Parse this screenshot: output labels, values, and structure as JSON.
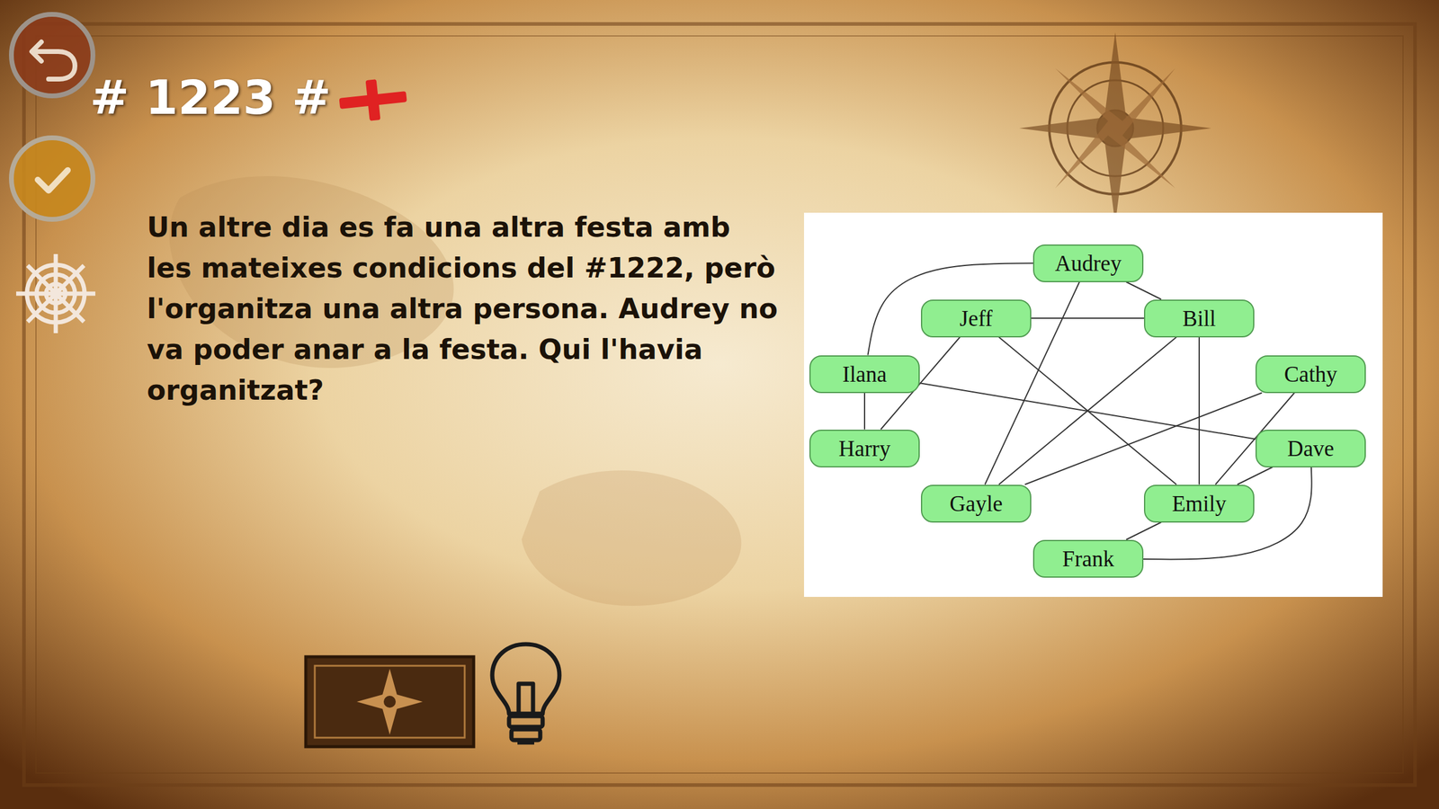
{
  "diagram": {
    "title": "# 1223 #",
    "nodes": [
      {
        "text": [
          "Audrey"
        ]
      },
      {
        "text": [
          "Jeff"
        ]
      },
      {
        "text": [
          "Bill"
        ]
      },
      {
        "text": [
          "Ilana"
        ]
      },
      {
        "text": [
          "Cathy"
        ]
      },
      {
        "text": [
          "Harry"
        ]
      },
      {
        "text": [
          "Dave"
        ]
      },
      {
        "text": [
          "Gayle"
        ]
      },
      {
        "text": [
          "Emily"
        ]
      },
      {
        "text": [
          "Frank"
        ]
      }
    ],
    "edges": [
      {
        "from": 0,
        "to": 2,
        "arrow": "none"
      },
      {
        "from": 0,
        "to": 3,
        "arrow": "none"
      },
      {
        "from": 0,
        "to": 7,
        "arrow": "none"
      },
      {
        "from": 1,
        "to": 2,
        "arrow": "none"
      },
      {
        "from": 1,
        "to": 5,
        "arrow": "none"
      },
      {
        "from": 1,
        "to": 8,
        "arrow": "none"
      },
      {
        "from": 2,
        "to": 7,
        "arrow": "none"
      },
      {
        "from": 2,
        "to": 8,
        "arrow": "none"
      },
      {
        "from": 3,
        "to": 5,
        "arrow": "none"
      },
      {
        "from": 3,
        "to": 6,
        "arrow": "none"
      },
      {
        "from": 4,
        "to": 7,
        "arrow": "none"
      },
      {
        "from": 4,
        "to": 8,
        "arrow": "none"
      },
      {
        "from": 6,
        "to": 8,
        "arrow": "none"
      },
      {
        "from": 6,
        "to": 9,
        "arrow": "none"
      },
      {
        "from": 9,
        "to": 8,
        "arrow": "none"
      }
    ],
    "labels": [
      "Un altre dia es fa una altra festa amb les mateixes condicions del #1222, però l'organitza una altra persona. Audrey no va poder anar a la festa. Qui l'havia organitzat?"
    ]
  }
}
